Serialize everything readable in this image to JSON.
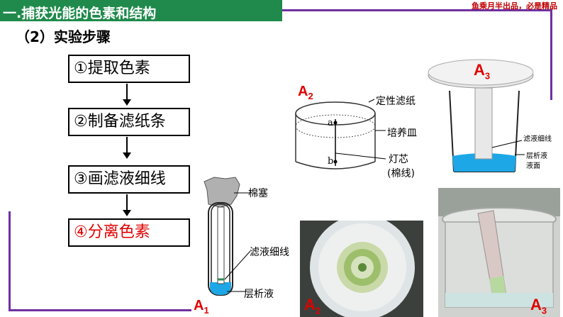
{
  "header": {
    "title": "一.捕获光能的色素和结构",
    "brand": "鱼乘月半出品，必是精品"
  },
  "section_title": "（2）实验步骤",
  "steps": [
    {
      "label": "①提取色素"
    },
    {
      "label": "②制备滤纸条"
    },
    {
      "label": "③画滤液细线"
    },
    {
      "label": "④分离色素"
    }
  ],
  "test_tube": {
    "cotton": "棉塞",
    "line": "滤液细线",
    "liquid": "层析液"
  },
  "dish_diagram": {
    "filter_paper": "定性滤纸",
    "dish": "培养皿",
    "wick1": "灯芯",
    "wick2": "(棉线)",
    "point_a": "a",
    "point_b": "b"
  },
  "beaker_diagram": {
    "line": "滤液细线",
    "liquid1": "层析液",
    "liquid2": "液面"
  },
  "labels": {
    "a1": "A",
    "a1_sub": "1",
    "a2_diagram": "A",
    "a2_diagram_sub": "2",
    "a3_diagram": "A",
    "a3_diagram_sub": "3",
    "a2_photo": "A",
    "a2_photo_sub": "2",
    "a3_photo": "A",
    "a3_photo_sub": "3"
  },
  "colors": {
    "header_green": "#1f8a4c",
    "frame_purple": "#7030a0",
    "accent_red": "#e00000",
    "solvent_blue": "#1ea7e6"
  }
}
